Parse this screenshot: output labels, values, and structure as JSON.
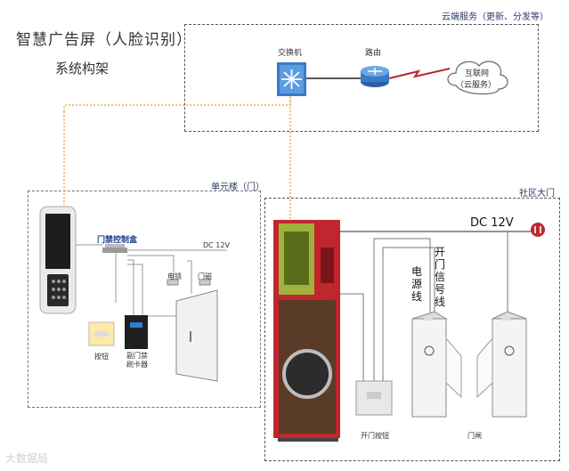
{
  "title_line1": "智慧广告屏（人脸识别）",
  "title_line2": "系统构架",
  "cloud_region": {
    "label": "云端服务（更新、分发等）",
    "switch_label": "交换机",
    "router_label": "路由",
    "internet_label_1": "互联网",
    "internet_label_2": "（云服务）"
  },
  "unit_region": {
    "label": "单元楼（门）",
    "controller_label": "门禁控制盒",
    "power_label": "DC 12V",
    "lock_label": "电锁",
    "magnet_label": "门磁",
    "button_label": "按钮",
    "reader_label_1": "副门禁",
    "reader_label_2": "刷卡器"
  },
  "gate_region": {
    "label": "社区大门",
    "power_label": "DC    12V",
    "power_line_label": [
      "电",
      "源",
      "线"
    ],
    "signal_line_label": [
      "开",
      "门",
      "信",
      "号",
      "线"
    ],
    "open_button_label": "开门按钮",
    "gate_label": "门闸"
  },
  "watermark": "大数据局",
  "colors": {
    "accent_red": "#c0262d",
    "switch_blue": "#3a7bc8",
    "connector_orange": "#e8a13a",
    "wire_gray": "#8c8c8c"
  }
}
